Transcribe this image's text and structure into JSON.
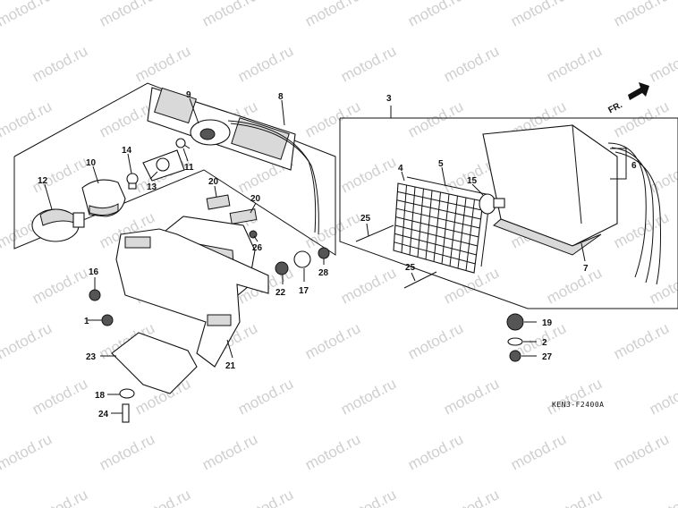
{
  "watermark": "motod.ru",
  "diagram_code": "KEN3-F2400A",
  "direction_label": "FR.",
  "callouts": [
    {
      "id": "c1",
      "text": "1"
    },
    {
      "id": "c2",
      "text": "2"
    },
    {
      "id": "c3",
      "text": "3"
    },
    {
      "id": "c4",
      "text": "4"
    },
    {
      "id": "c5",
      "text": "5"
    },
    {
      "id": "c6",
      "text": "6"
    },
    {
      "id": "c7",
      "text": "7"
    },
    {
      "id": "c8",
      "text": "8"
    },
    {
      "id": "c9",
      "text": "9"
    },
    {
      "id": "c10",
      "text": "10"
    },
    {
      "id": "c11",
      "text": "11"
    },
    {
      "id": "c12",
      "text": "12"
    },
    {
      "id": "c13",
      "text": "13"
    },
    {
      "id": "c14",
      "text": "14"
    },
    {
      "id": "c15",
      "text": "15"
    },
    {
      "id": "c16",
      "text": "16"
    },
    {
      "id": "c17",
      "text": "17"
    },
    {
      "id": "c18",
      "text": "18"
    },
    {
      "id": "c19",
      "text": "19"
    },
    {
      "id": "c20a",
      "text": "20"
    },
    {
      "id": "c20b",
      "text": "20"
    },
    {
      "id": "c21",
      "text": "21"
    },
    {
      "id": "c22",
      "text": "22"
    },
    {
      "id": "c23",
      "text": "23"
    },
    {
      "id": "c24",
      "text": "24"
    },
    {
      "id": "c25a",
      "text": "25"
    },
    {
      "id": "c25b",
      "text": "25"
    },
    {
      "id": "c26",
      "text": "26"
    },
    {
      "id": "c27",
      "text": "27"
    },
    {
      "id": "c28",
      "text": "28"
    }
  ]
}
